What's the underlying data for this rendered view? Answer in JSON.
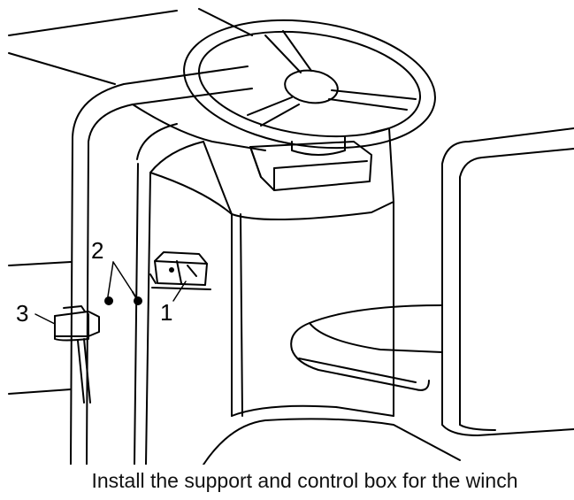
{
  "figure": {
    "caption": "Install the support and control box for the winch",
    "callouts": {
      "one": "1",
      "two": "2",
      "three": "3"
    }
  }
}
